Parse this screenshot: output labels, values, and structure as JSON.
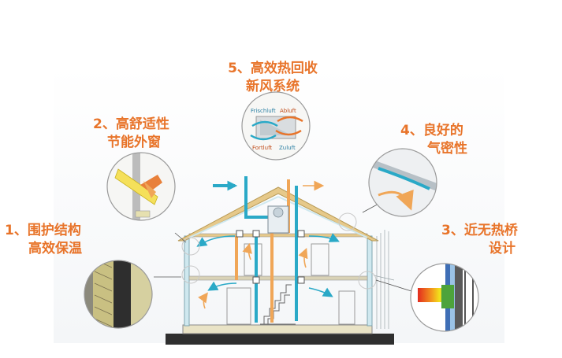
{
  "labels": {
    "envelope": {
      "line1": "1、围护结构",
      "line2": "高效保温"
    },
    "windows": {
      "line1": "2、高舒适性",
      "line2": "节能外窗"
    },
    "bridges": {
      "line1": "3、近无热桥",
      "line2": "设计"
    },
    "airtight": {
      "line1": "4、良好的",
      "line2": "气密性"
    },
    "ventilation": {
      "line1": "5、高效热回收",
      "line2": "新风系统"
    }
  },
  "vent_unit": {
    "frischluft": "Frischluft",
    "abluft": "Abluft",
    "fortluft": "Fortluft",
    "zuluft": "Zuluft"
  },
  "colors": {
    "label_orange": "#e8742a",
    "fresh_air_blue": "#2aa9c7",
    "exhaust_orange": "#f0a657",
    "roof_tan": "#e6c98a",
    "ground_dark": "#2f2f2f",
    "insulation_yellow": "#d9d3a8"
  },
  "icons": [
    "house-cross-section",
    "arrow-icon"
  ]
}
